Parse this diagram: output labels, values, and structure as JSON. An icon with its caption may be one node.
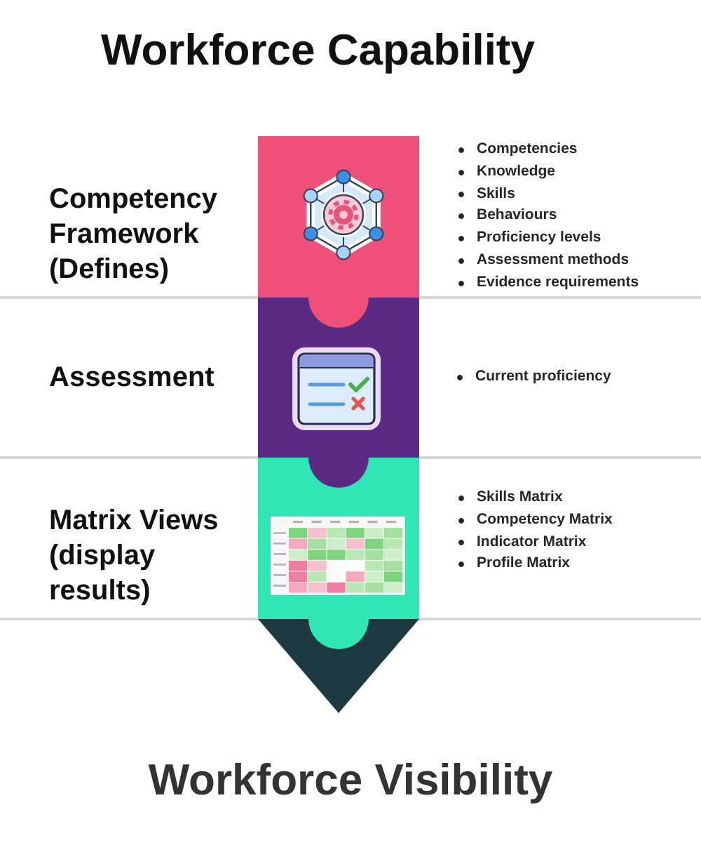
{
  "diagram": {
    "title": "Workforce Capability",
    "caption": "Workforce Visibility",
    "nodes": [
      {
        "text": [],
        "shape": "box",
        "beside": [
          "Competency Framework (Defines)",
          "Competencies",
          "Knowledge",
          "Skills",
          "Behaviours",
          "Proficiency levels",
          "Assessment methods",
          "Evidence requirements"
        ]
      },
      {
        "text": [],
        "shape": "box",
        "beside": [
          "Assessment",
          "Current proficiency"
        ]
      },
      {
        "text": [],
        "shape": "box",
        "beside": [
          "Matrix Views (display results)",
          "Skills Matrix",
          "Competency Matrix",
          "Indicator Matrix",
          "Profile Matrix"
        ]
      },
      {
        "text": [],
        "shape": "arrow"
      }
    ]
  }
}
